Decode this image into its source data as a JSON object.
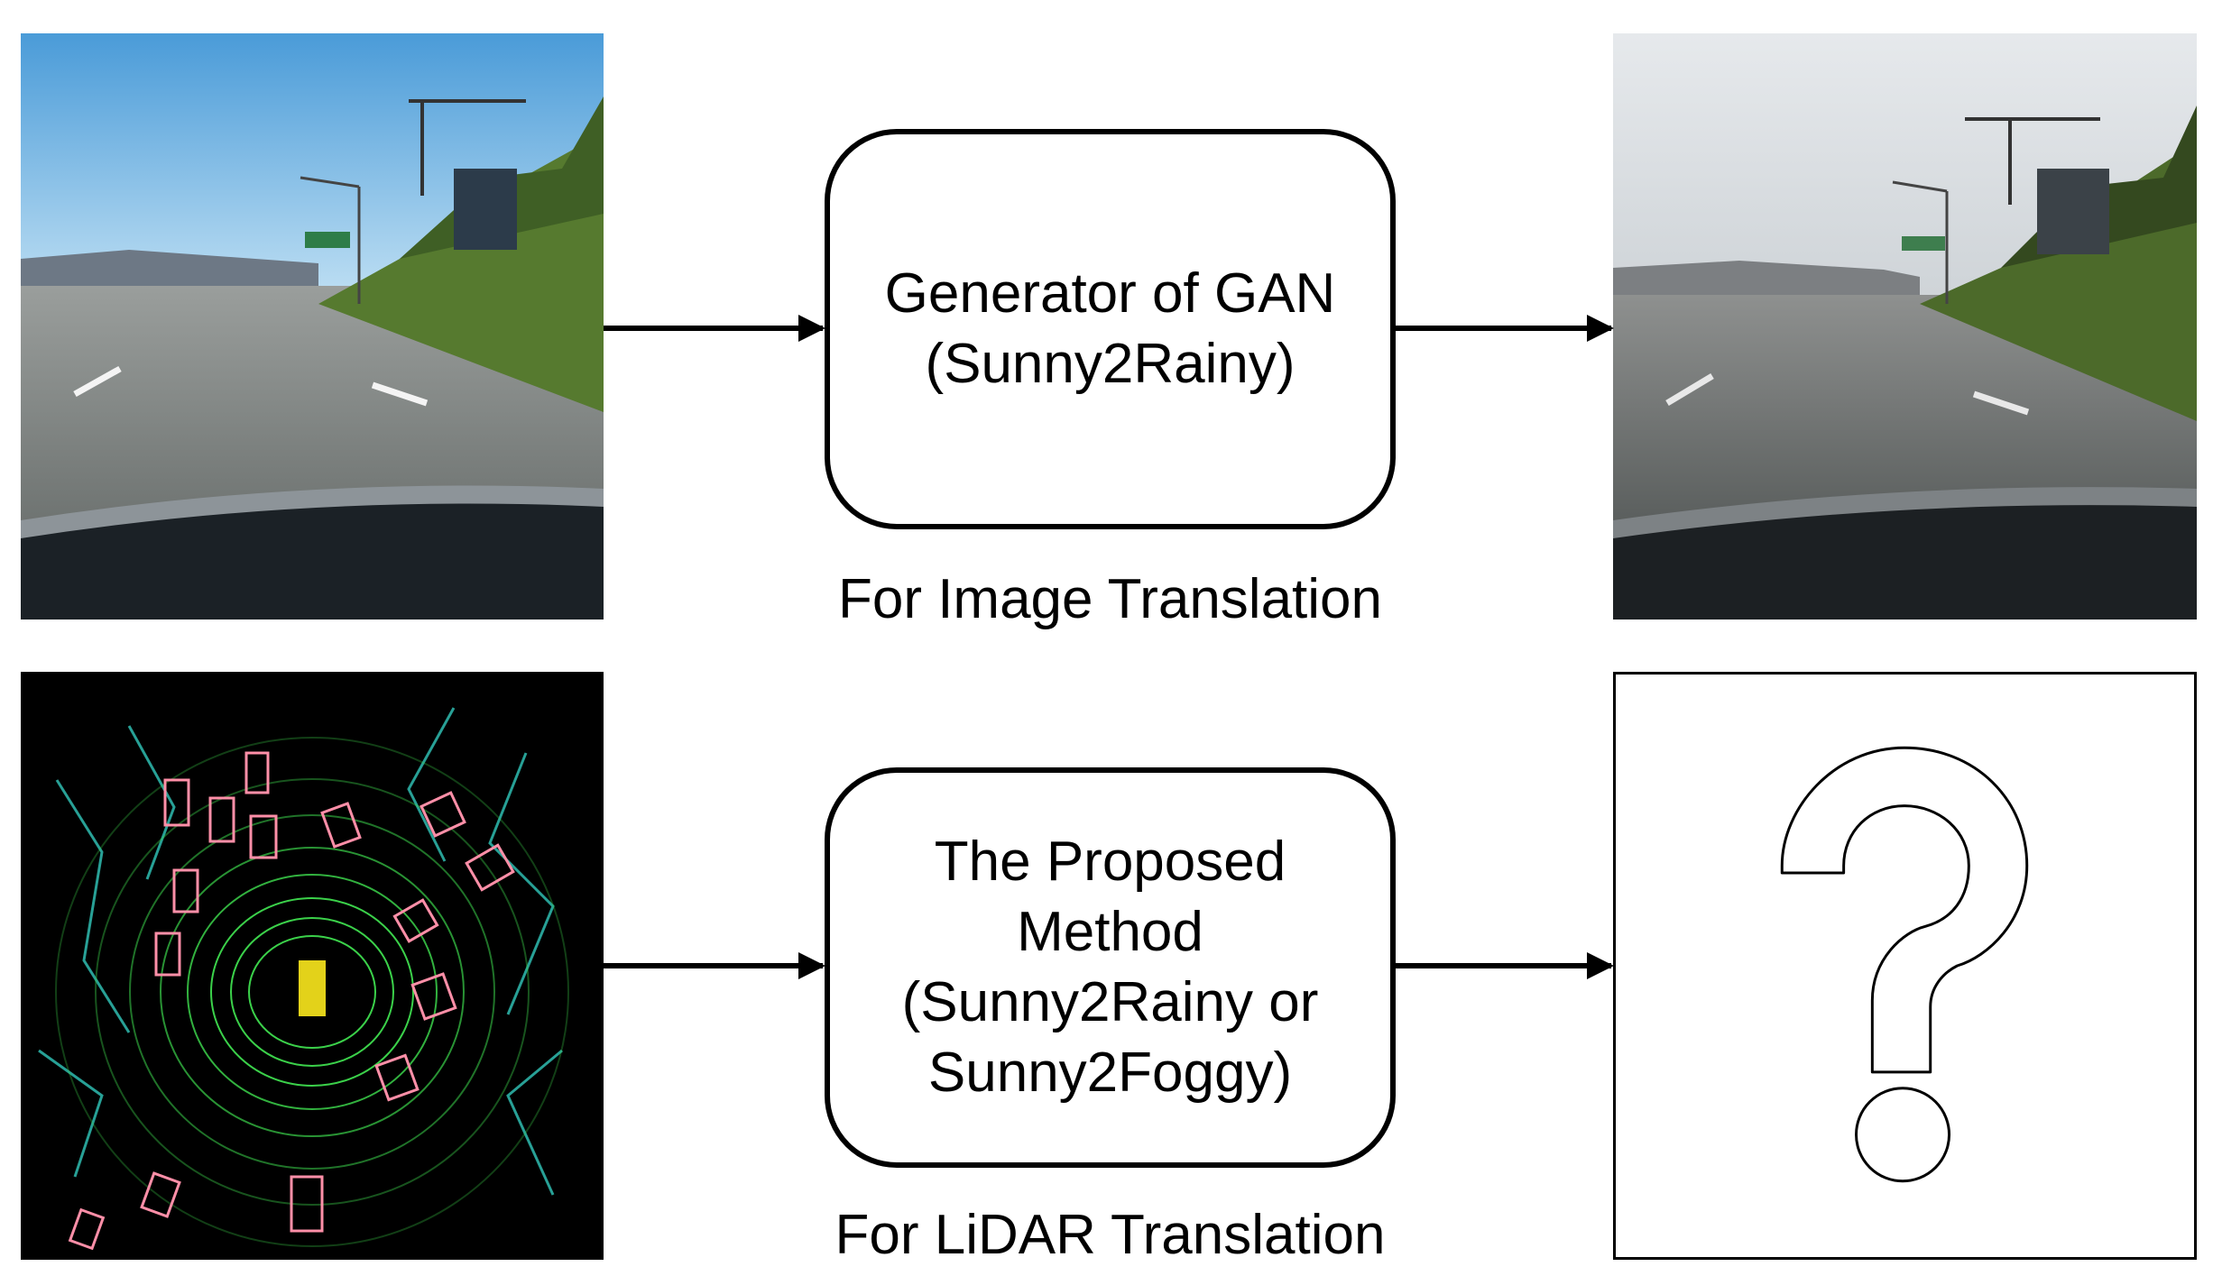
{
  "top_row": {
    "input_image": {
      "depicts": "sunny highway driving scene"
    },
    "process_box": {
      "line1": "Generator of GAN",
      "line2": "(Sunny2Rainy)"
    },
    "caption": "For Image Translation",
    "output_image": {
      "depicts": "rainy highway driving scene"
    }
  },
  "bottom_row": {
    "input_image": {
      "depicts": "LiDAR point cloud with 3D bounding boxes"
    },
    "process_box": {
      "line1": "The Proposed",
      "line2": "Method",
      "line3": "(Sunny2Rainy or",
      "line4": "Sunny2Foggy)"
    },
    "caption": "For LiDAR Translation",
    "output_image": {
      "depicts": "question-mark-icon"
    }
  },
  "colors": {
    "arrow": "#000000",
    "box_border": "#000000",
    "lidar_ring": "#3bd14a",
    "lidar_box": "#ff8fa8",
    "lidar_points": "#35d6c8",
    "ego_car": "#e3d21a"
  }
}
